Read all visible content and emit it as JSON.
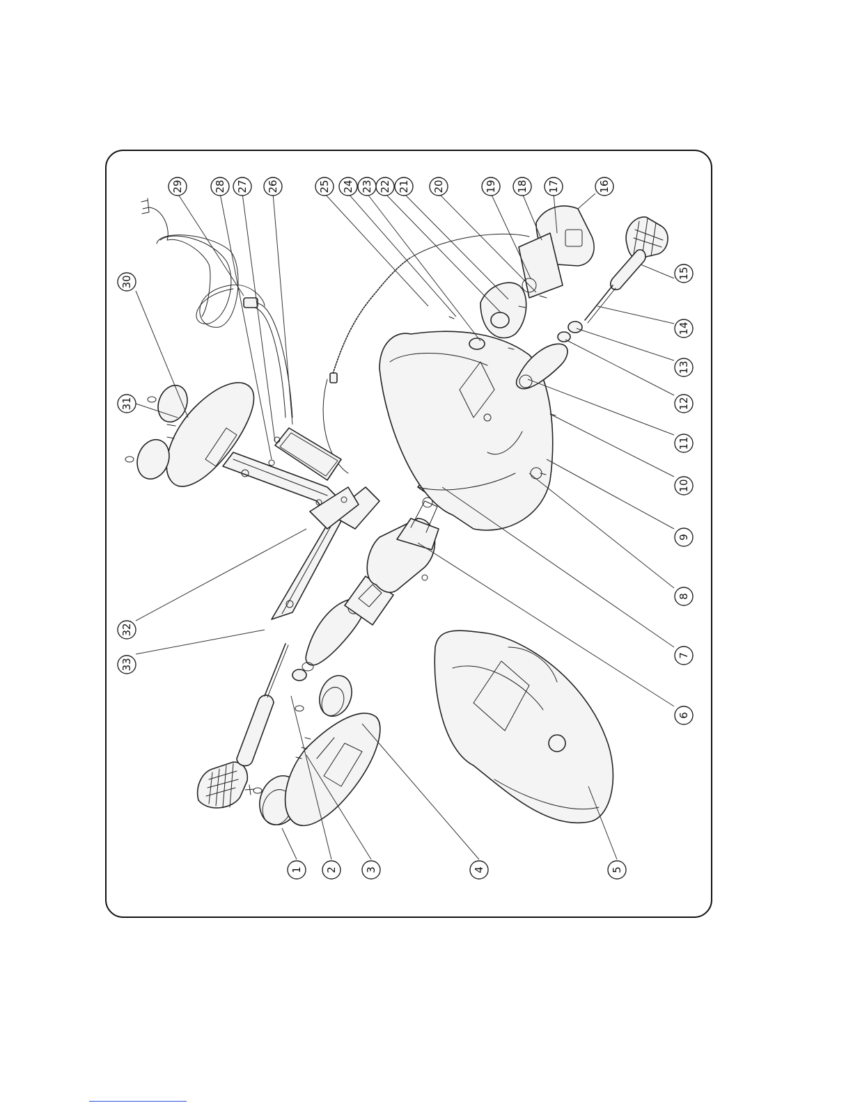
{
  "diagram": {
    "callouts": [
      {
        "label": "1"
      },
      {
        "label": "2"
      },
      {
        "label": "3"
      },
      {
        "label": "4"
      },
      {
        "label": "5"
      },
      {
        "label": "6"
      },
      {
        "label": "7"
      },
      {
        "label": "8"
      },
      {
        "label": "9"
      },
      {
        "label": "10"
      },
      {
        "label": "11"
      },
      {
        "label": "12"
      },
      {
        "label": "13"
      },
      {
        "label": "14"
      },
      {
        "label": "15"
      },
      {
        "label": "16"
      },
      {
        "label": "17"
      },
      {
        "label": "18"
      },
      {
        "label": "19"
      },
      {
        "label": "20"
      },
      {
        "label": "21"
      },
      {
        "label": "22"
      },
      {
        "label": "23"
      },
      {
        "label": "24"
      },
      {
        "label": "25"
      },
      {
        "label": "26"
      },
      {
        "label": "27"
      },
      {
        "label": "28"
      },
      {
        "label": "29"
      },
      {
        "label": "30"
      },
      {
        "label": "31"
      },
      {
        "label": "32"
      },
      {
        "label": "33"
      }
    ]
  }
}
